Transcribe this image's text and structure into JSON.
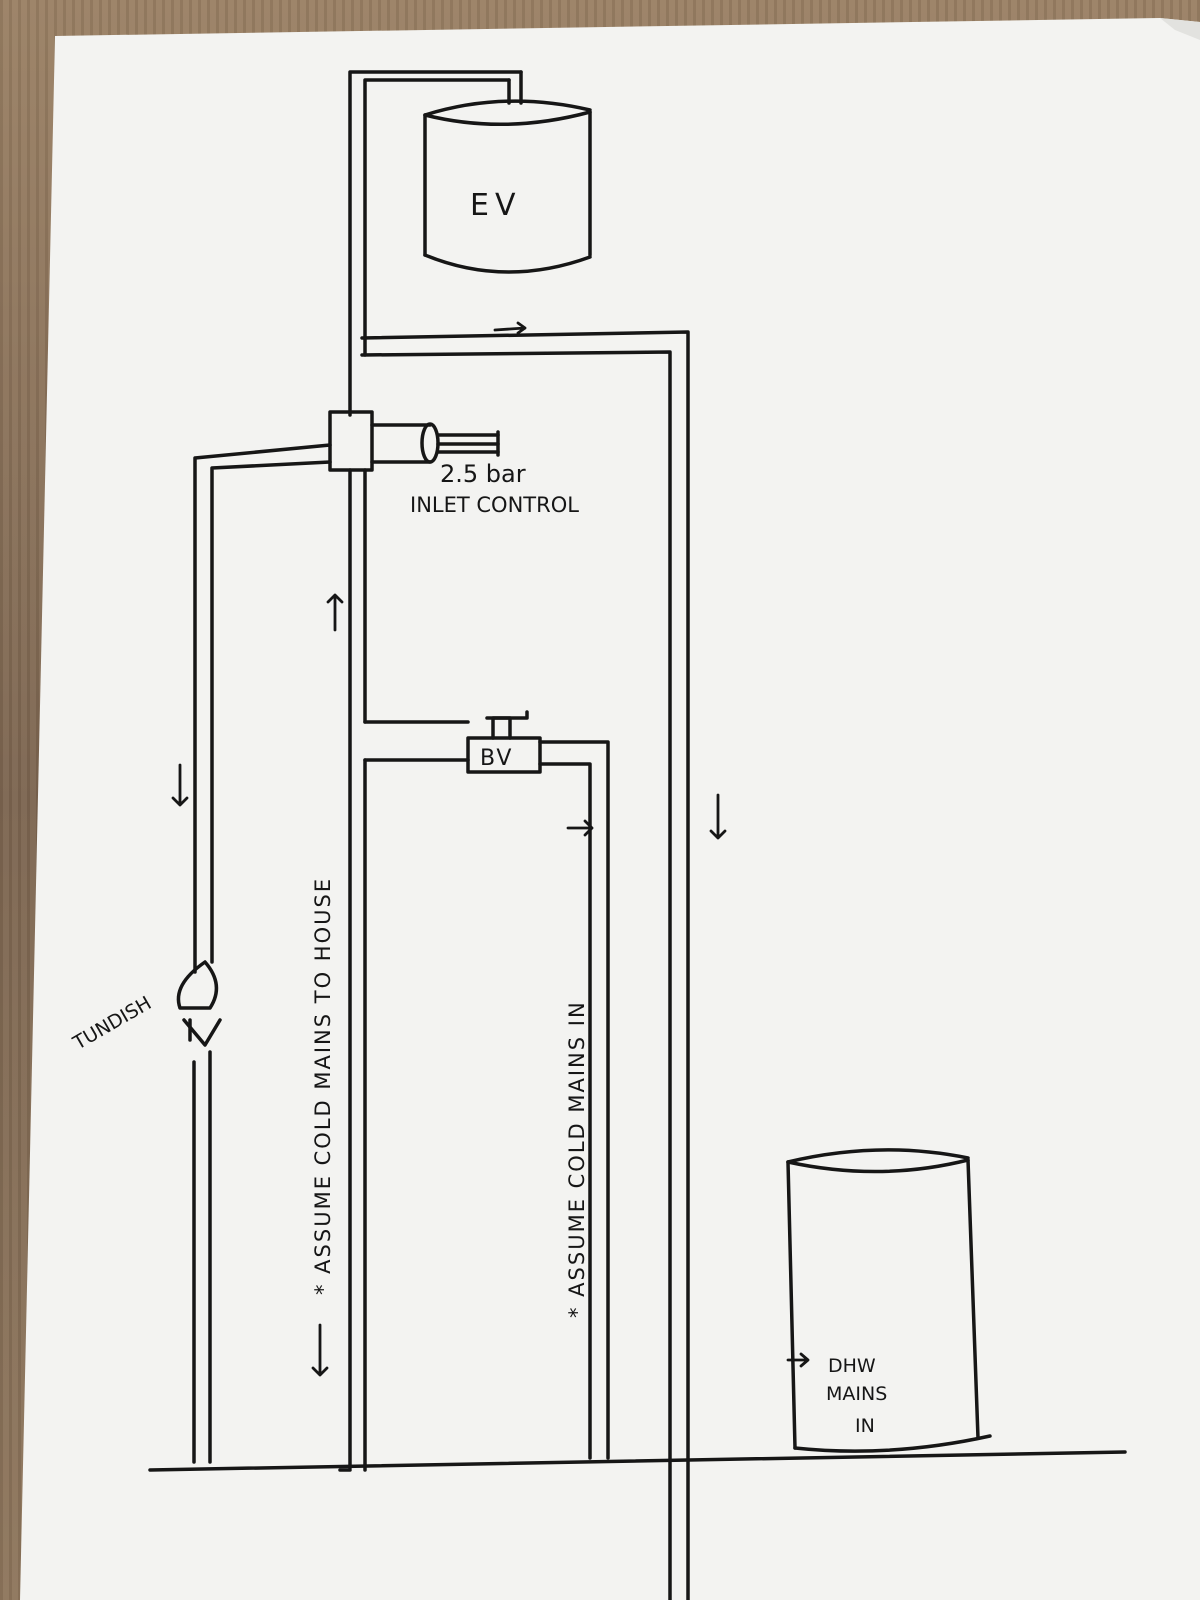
{
  "diagram": {
    "expansion_vessel_label": "EV",
    "inlet_control_pressure": "2.5 bar",
    "inlet_control_label": "INLET CONTROL",
    "ball_valve_label": "BV",
    "tundish_label": "TUNDISH",
    "cold_mains_house_note": "* ASSUME  COLD MAINS TO HOUSE",
    "cold_mains_in_note": "* ASSUME  COLD MAINS IN",
    "cylinder_label_line1": "DHW",
    "cylinder_label_line2": "MAINS",
    "cylinder_label_line3": "IN"
  },
  "colors": {
    "ink": "#161616",
    "paper": "#f3f3f1",
    "table": "#8a7258"
  },
  "icons": {
    "flow_arrow": "arrow-icon",
    "tundish": "tundish-icon",
    "valve_handle": "ball-valve-icon"
  }
}
